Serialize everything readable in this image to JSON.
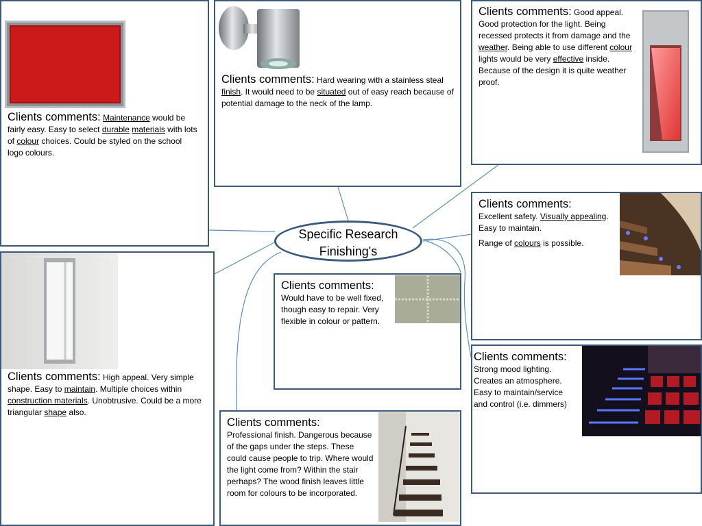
{
  "center": {
    "line1": "Specific Research",
    "line2": "Finishing's"
  },
  "head": "Clients comments:",
  "mat": {
    "t1": " ",
    "u1": "Maintenance",
    "t2": " would be fairly easy. Easy to select ",
    "u2": "durable",
    "t3": " ",
    "u3": "materials",
    "t4": " with lots of ",
    "u4": "colour",
    "t5": " choices. Could be styled on the school logo colours."
  },
  "steel": {
    "t1": " Hard wearing with a stainless steal ",
    "u1": "finish",
    "t2": ". It would need to be ",
    "u2": "situated",
    "t3": " out of easy reach because of potential damage to the neck of the lamp."
  },
  "recess": {
    "t1": " Good appeal. Good protection for the light. Being recessed protects it from damage and the ",
    "u1": "weather",
    "t2": ". Being able to use different ",
    "u2": "colour",
    "t3": " lights would be very ",
    "u3": "effective",
    "t4": " inside. Because of the design it is quite weather proof."
  },
  "stair": {
    "t1": "Excellent safety. ",
    "u1": "Visually appealing",
    "t2": ". Easy to maintain.",
    "t3": "Range of ",
    "u2": "colours",
    "t4": " is possible."
  },
  "wall": {
    "t1": " High appeal. Very simple shape. Easy to ",
    "u1": "maintain",
    "t2": ". Multiple choices within ",
    "u2": "construction materials",
    "t3": ". Unobtrusive. Could be a more triangular ",
    "u3": "shape",
    "t4": " also."
  },
  "tile": {
    "text": "Would have to be well fixed, though easy to repair. Very flexible in colour or pattern."
  },
  "cinema": {
    "text": " Strong mood lighting. Creates an atmosphere. Easy to maintain/service and control (i.e. dimmers)"
  },
  "steps": {
    "text": "Professional finish. Dangerous because of the gaps under the steps. These could cause people to trip. Where would the light come from? Within the stair perhaps? The wood finish leaves little room for colours to be incorporated."
  },
  "colors": {
    "border": "#3a5a7c",
    "line": "#5b8ec2",
    "mat_red": "#cc1a1a"
  },
  "icons": [
    "red-mat-photo",
    "spotlight-photo",
    "recessed-light-photo",
    "stair-light-photo",
    "wall-light-photo",
    "floor-tile-photo",
    "cinema-light-photo",
    "floating-stairs-photo"
  ]
}
